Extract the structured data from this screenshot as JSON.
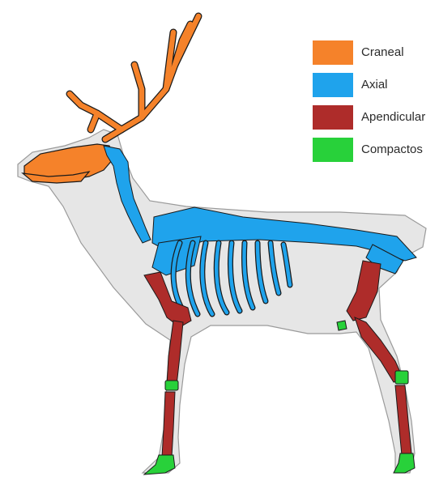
{
  "legend": [
    {
      "label": "Craneal",
      "color": "#f5822a"
    },
    {
      "label": "Axial",
      "color": "#1fa3ec"
    },
    {
      "label": "Apendicular",
      "color": "#ae2c2a"
    },
    {
      "label": "Compactos",
      "color": "#28d13a"
    }
  ],
  "colors": {
    "body": "#e6e6e6",
    "outline": "#9a9a9a",
    "bone_outline": "#1a1a1a"
  }
}
